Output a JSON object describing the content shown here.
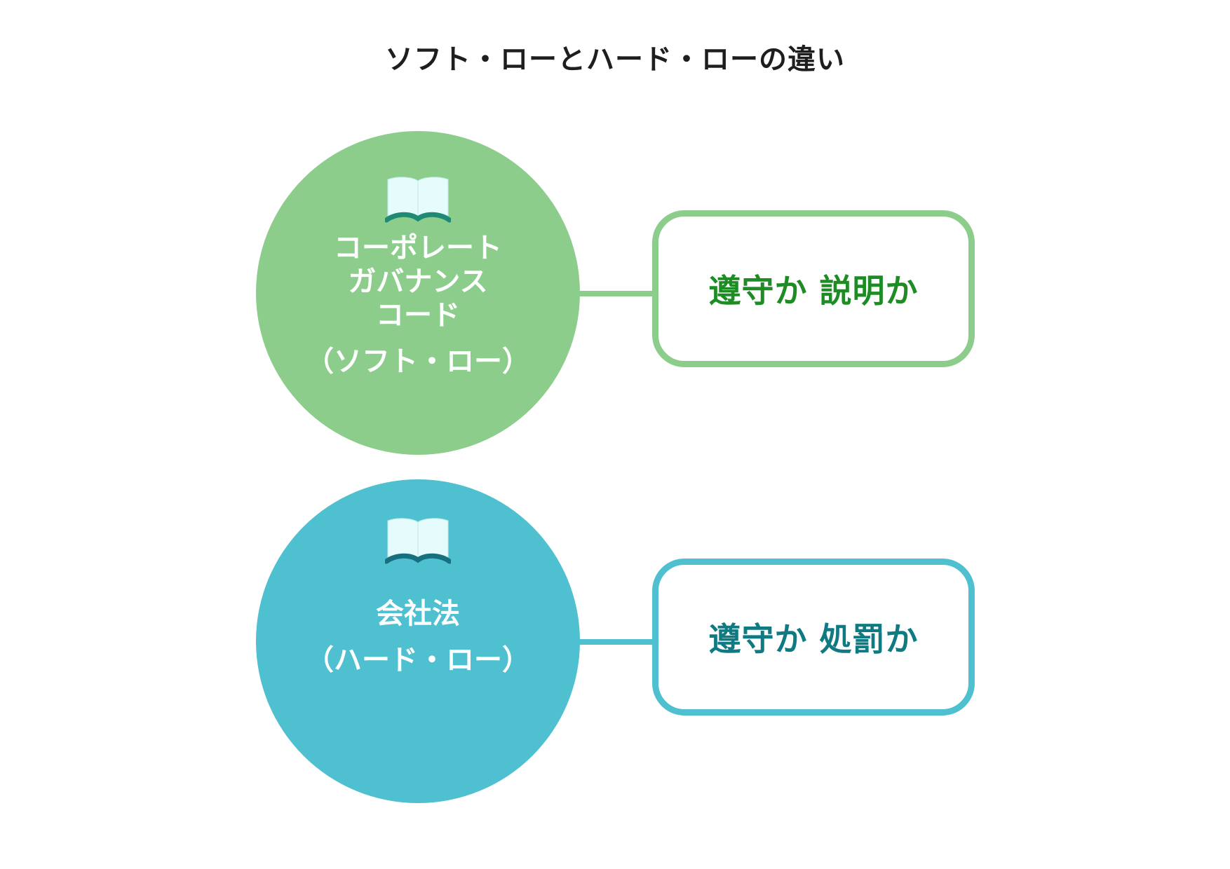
{
  "title": "ソフト・ローとハード・ローの違い",
  "colors": {
    "soft_circle": "#8ccd8c",
    "soft_text": "#1e8c24",
    "hard_circle": "#4ec0d0",
    "hard_text": "#0f7a82",
    "book_page": "#e6fbfb",
    "book_cover_soft": "#1f8a74",
    "book_cover_hard": "#16707e"
  },
  "soft_law": {
    "icon": "open-book-icon",
    "name_lines": [
      "コーポレート",
      "ガバナンス",
      "コード"
    ],
    "type_label": "（ソフト・ロー）",
    "principle": "遵守か 説明か"
  },
  "hard_law": {
    "icon": "open-book-icon",
    "name_lines": [
      "会社法"
    ],
    "type_label": "（ハード・ロー）",
    "principle": "遵守か 処罰か"
  }
}
